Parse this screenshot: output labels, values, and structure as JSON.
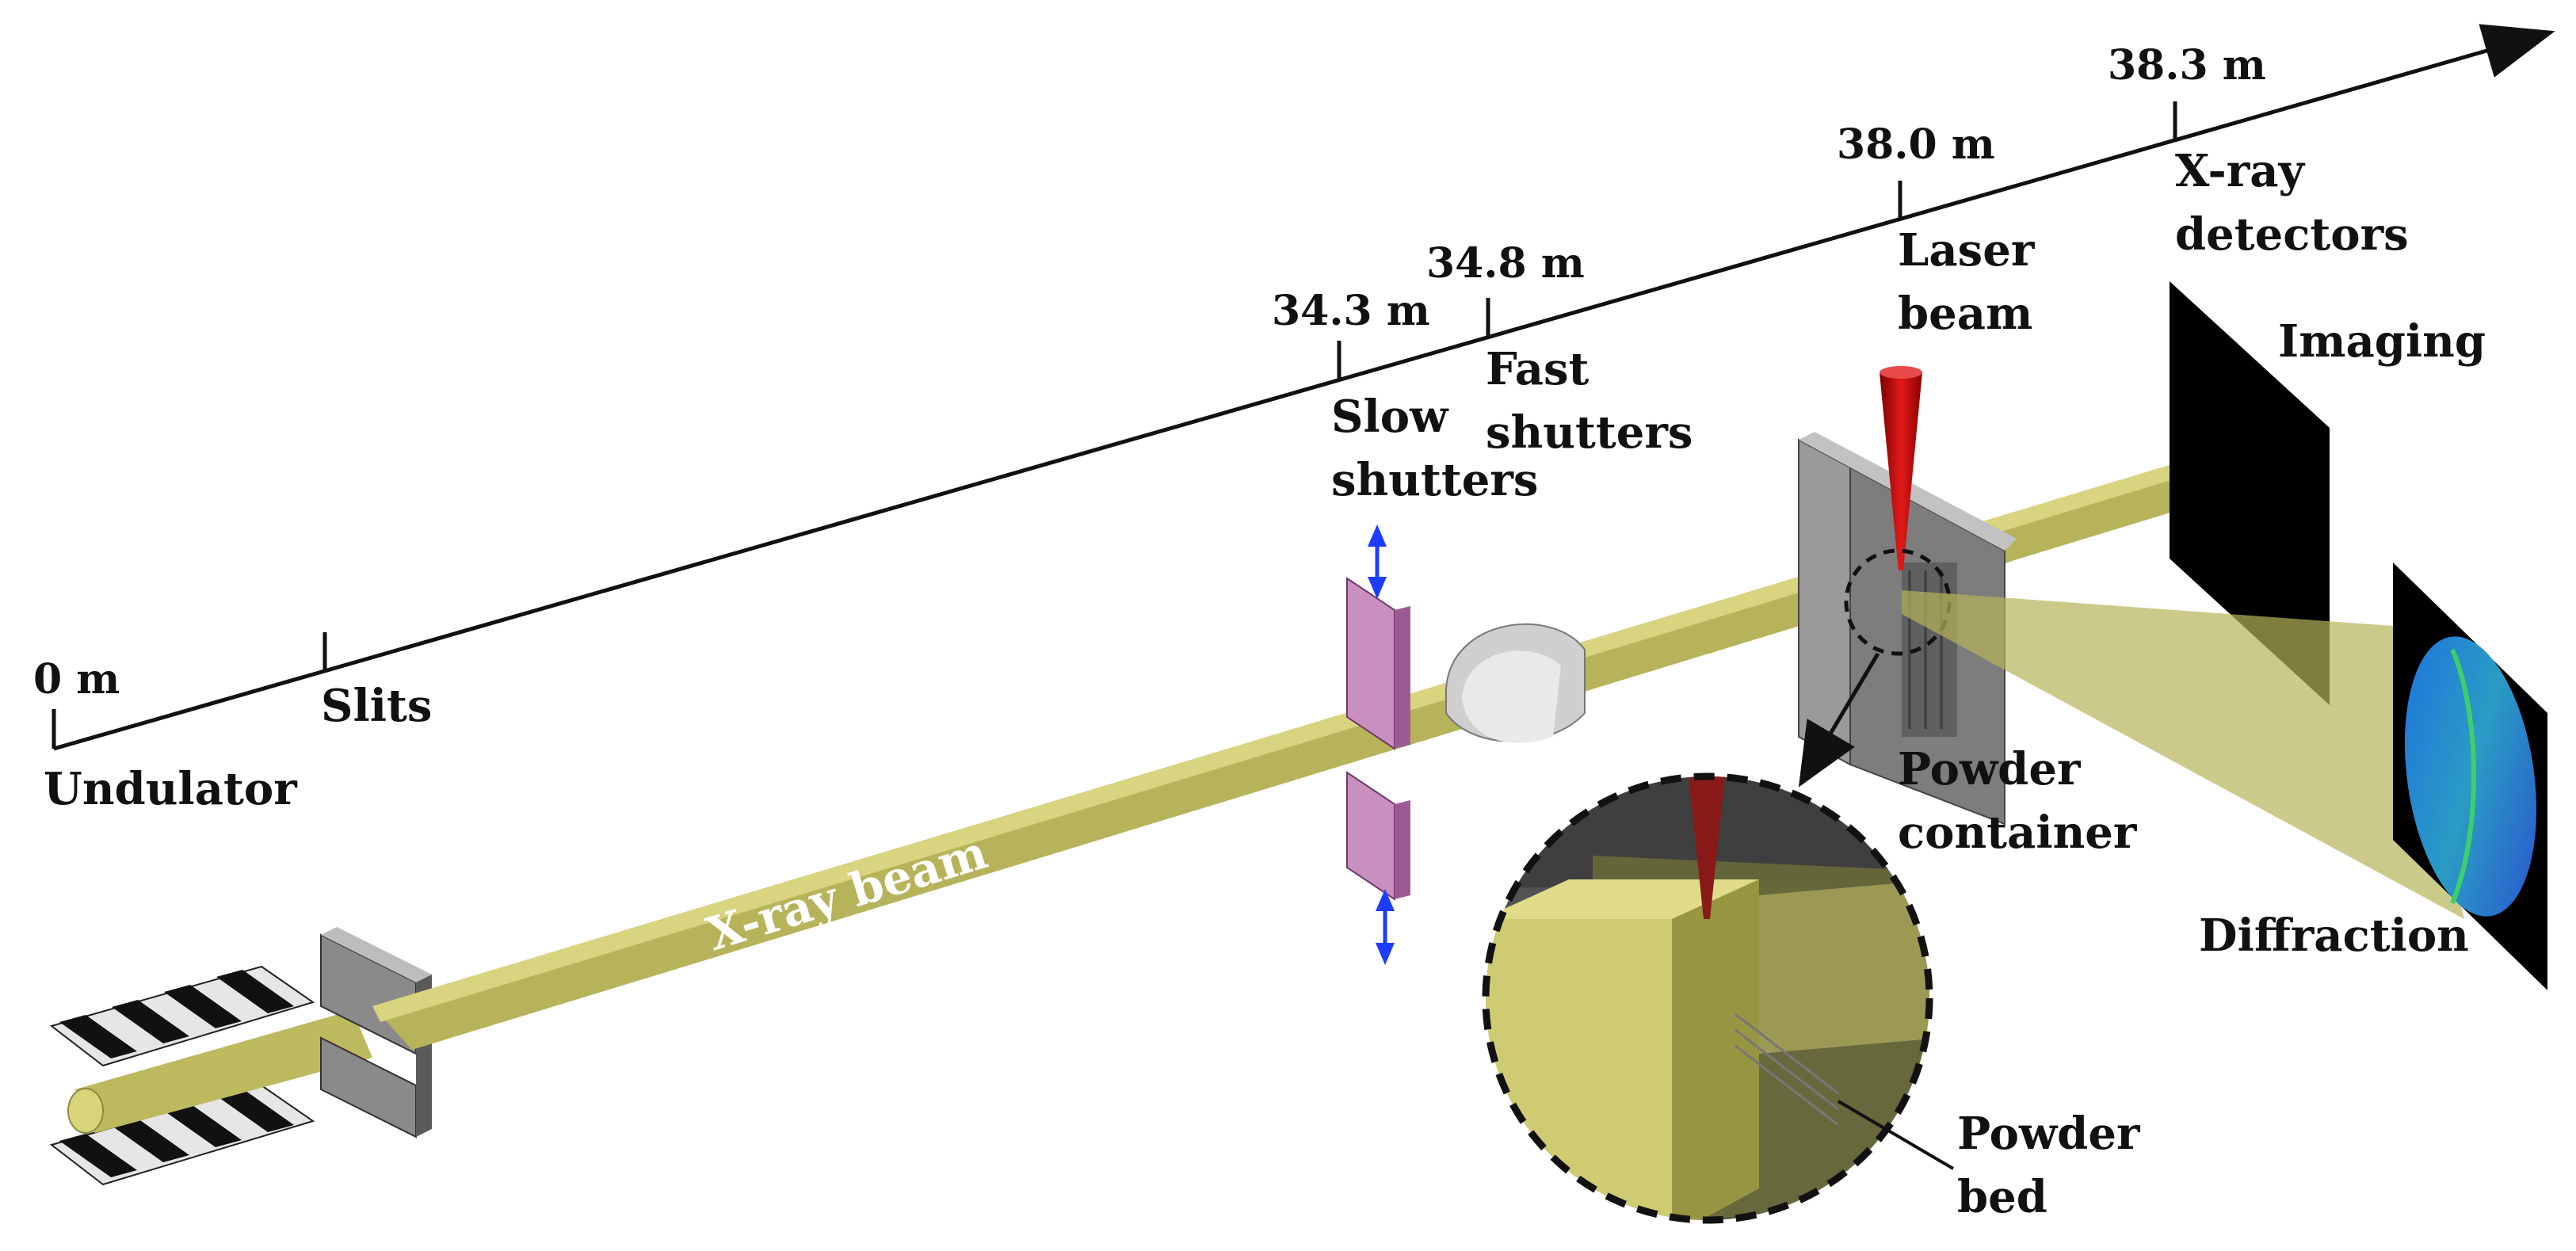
{
  "axis": {
    "ticks": [
      {
        "distance": "0 m",
        "component": "Undulator"
      },
      {
        "distance": "",
        "component": "Slits"
      },
      {
        "distance": "34.3 m",
        "component": "Slow shutters"
      },
      {
        "distance": "34.8 m",
        "component": "Fast shutters"
      },
      {
        "distance": "38.0 m",
        "component": "Laser beam"
      },
      {
        "distance": "38.3 m",
        "component": "X-ray detectors"
      }
    ]
  },
  "labels": {
    "beam": "X-ray beam",
    "undulator": "Undulator",
    "slits": "Slits",
    "slow_1": "Slow",
    "slow_2": "shutters",
    "fast_1": "Fast",
    "fast_2": "shutters",
    "laser_1": "Laser",
    "laser_2": "beam",
    "xray_det_1": "X-ray",
    "xray_det_2": "detectors",
    "imaging": "Imaging",
    "diffraction": "Diffraction",
    "container_1": "Powder",
    "container_2": "container",
    "bed_1": "Powder",
    "bed_2": "bed",
    "d0": "0 m",
    "d1": "34.3 m",
    "d2": "34.8 m",
    "d3": "38.0 m",
    "d4": "38.3 m"
  },
  "colors": {
    "beam": "#c9c46a",
    "beam_dark": "#9c9a44",
    "shutter": "#c98fbf",
    "laser": "#cc1111",
    "arrow_blue": "#1e3cff",
    "axis": "#111111",
    "panel": "#000000",
    "slit": "#8a8a8a"
  }
}
